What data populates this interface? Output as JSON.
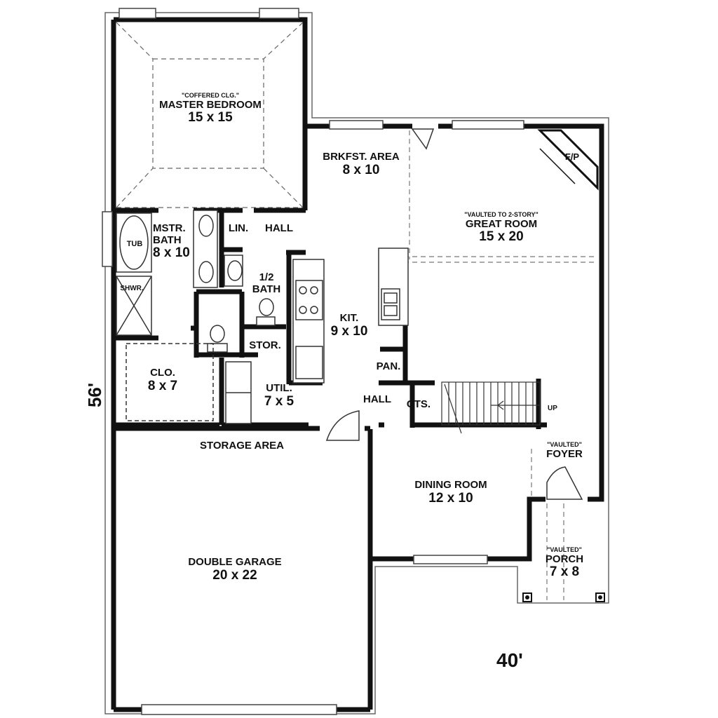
{
  "rooms": {
    "master_bedroom": {
      "note": "\"COFFERED CLG.\"",
      "name": "MASTER BEDROOM",
      "size": "15 x 15"
    },
    "brkfst_area": {
      "name": "BRKFST. AREA",
      "size": "8 x 10"
    },
    "great_room": {
      "note": "\"VAULTED TO 2-STORY\"",
      "name": "GREAT ROOM",
      "size": "15 x 20"
    },
    "mstr_bath": {
      "name_line1": "MSTR.",
      "name_line2": "BATH",
      "size": "8 x 10"
    },
    "half_bath": {
      "name_line1": "1/2",
      "name_line2": "BATH"
    },
    "kitchen": {
      "name": "KIT.",
      "size": "9 x 10"
    },
    "closet": {
      "name": "CLO.",
      "size": "8 x 7"
    },
    "utility": {
      "name": "UTIL.",
      "size": "7 x 5"
    },
    "dining_room": {
      "name": "DINING ROOM",
      "size": "12 x 10"
    },
    "double_garage": {
      "name": "DOUBLE GARAGE",
      "size": "20 x 22"
    },
    "foyer": {
      "note": "\"VAULTED\"",
      "name": "FOYER"
    },
    "porch": {
      "note": "\"VAULTED\"",
      "name": "PORCH",
      "size": "7 x 8"
    }
  },
  "labels": {
    "fireplace": "F/P",
    "tub": "TUB",
    "shower": "SHWR.",
    "linen": "LIN.",
    "hall_upper": "HALL",
    "hall_lower": "HALL",
    "storage": "STOR.",
    "pantry": "PAN.",
    "closets": "CTS.",
    "stairs_up": "UP",
    "storage_area": "STORAGE AREA"
  },
  "dimensions": {
    "depth": "56'",
    "width": "40'"
  },
  "colors": {
    "wall": "#111111",
    "line": "#666666",
    "fill": "#ffffff"
  }
}
